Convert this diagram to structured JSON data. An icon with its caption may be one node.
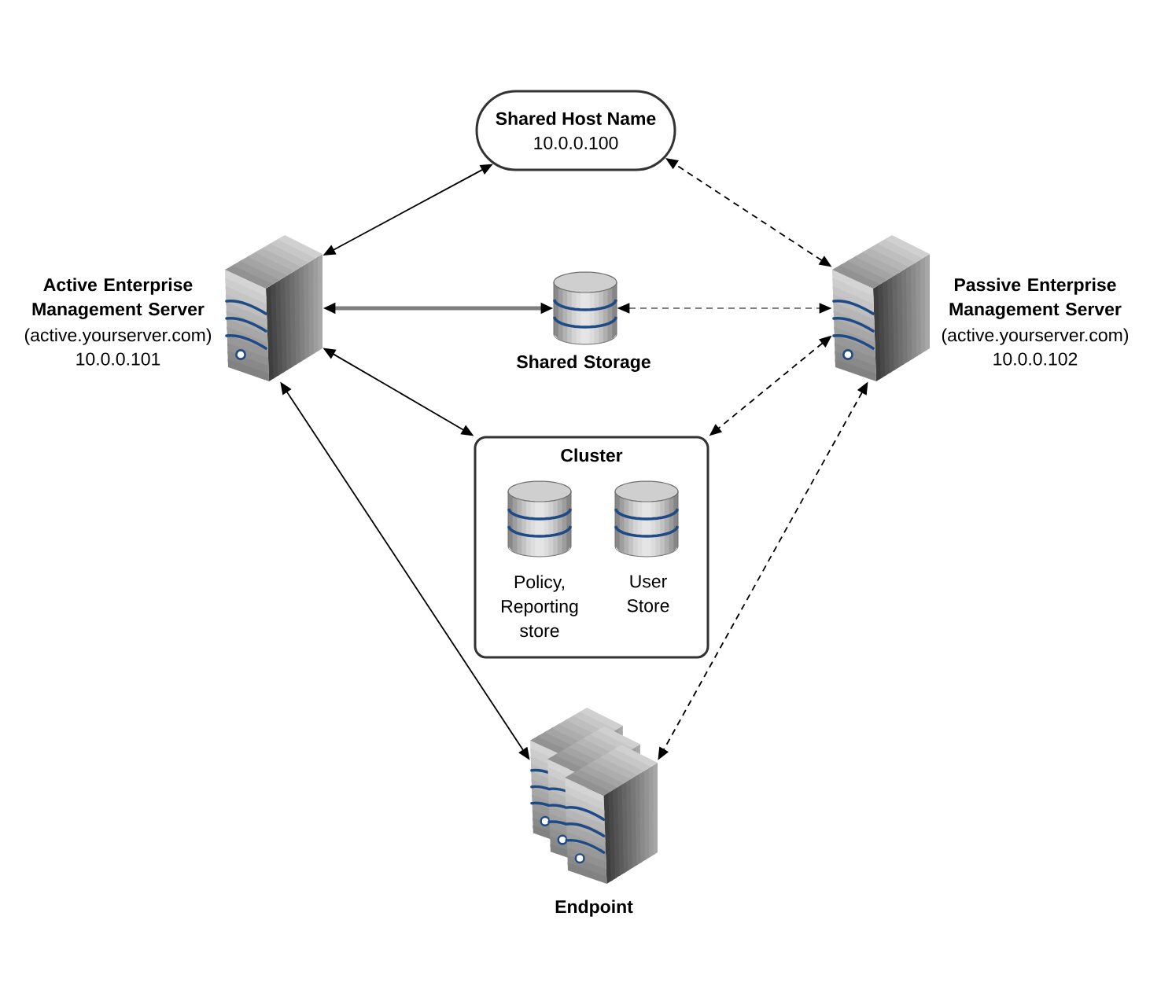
{
  "diagram": {
    "nodes": [
      {
        "text": [
          "Shared Host Name",
          "10.0.0.100"
        ]
      },
      {
        "text": [],
        "shape": "picture",
        "beside": [
          "Active Enterprise Management Server",
          "(active.yourserver.com)",
          "10.0.0.101"
        ]
      },
      {
        "text": [],
        "shape": "cylinder",
        "beside": [
          "Shared Storage"
        ]
      },
      {
        "text": [],
        "shape": "picture",
        "beside": [
          "Passive Enterprise Management Server",
          "(active.yourserver.com)",
          "10.0.0.102"
        ]
      },
      {
        "text": [
          "Cluster"
        ]
      },
      {
        "text": [],
        "shape": "cylinder",
        "in": 4,
        "beside": [
          "Policy, Reporting store"
        ]
      },
      {
        "text": [],
        "shape": "cylinder",
        "in": 4,
        "beside": [
          "User Store"
        ]
      },
      {
        "text": [],
        "shape": "picture",
        "beside": [
          "Endpoint"
        ]
      }
    ],
    "edges": [
      {
        "from": 1,
        "to": 0,
        "arrow": "both"
      },
      {
        "from": 3,
        "to": 0,
        "arrow": "both",
        "style": "dashed"
      },
      {
        "from": 1,
        "to": 2,
        "arrow": "both",
        "style": "thick",
        "color": "#7f7f7f"
      },
      {
        "from": 2,
        "to": 3,
        "arrow": "both",
        "style": "dashed",
        "color": "#7f7f7f"
      },
      {
        "from": 1,
        "to": 4,
        "arrow": "both"
      },
      {
        "from": 3,
        "to": 4,
        "arrow": "both",
        "style": "dashed"
      },
      {
        "from": 1,
        "to": 7,
        "arrow": "both"
      },
      {
        "from": 3,
        "to": 7,
        "arrow": "both",
        "style": "dashed"
      }
    ]
  }
}
